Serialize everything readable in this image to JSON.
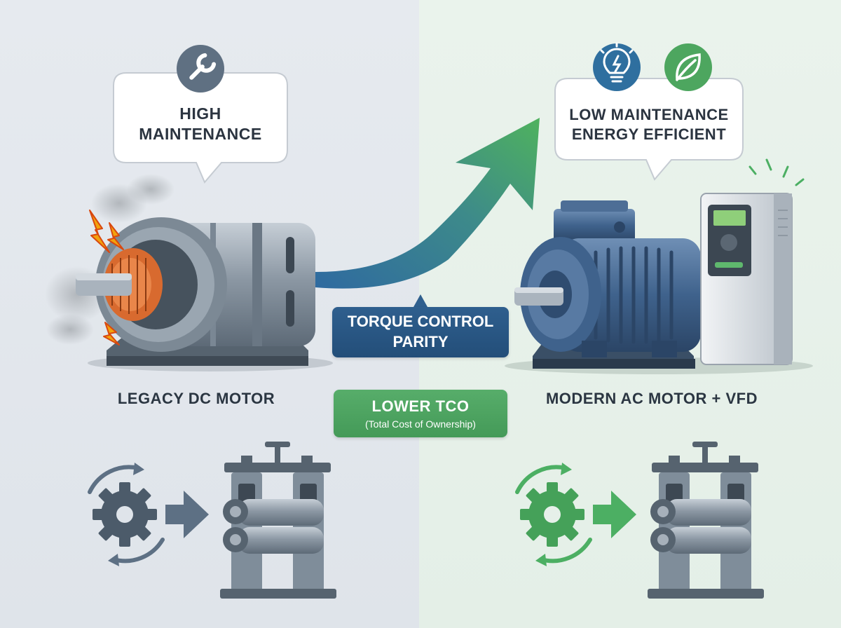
{
  "left": {
    "callout": [
      "HIGH",
      "MAINTENANCE"
    ],
    "icon": "wrench-icon",
    "label": "LEGACY DC MOTOR",
    "accent": "#5c6f82"
  },
  "right": {
    "callout": [
      "LOW MAINTENANCE",
      "ENERGY EFFICIENT"
    ],
    "icons": [
      "lightbulb-icon",
      "leaf-icon"
    ],
    "label": "MODERN AC MOTOR + VFD",
    "accent": "#4caf63"
  },
  "center": {
    "torque": [
      "TORQUE CONTROL",
      "PARITY"
    ],
    "tco_title": "LOWER TCO",
    "tco_sub": "(Total Cost of Ownership)",
    "torque_color": "#2a5885",
    "tco_color": "#4fa762"
  }
}
